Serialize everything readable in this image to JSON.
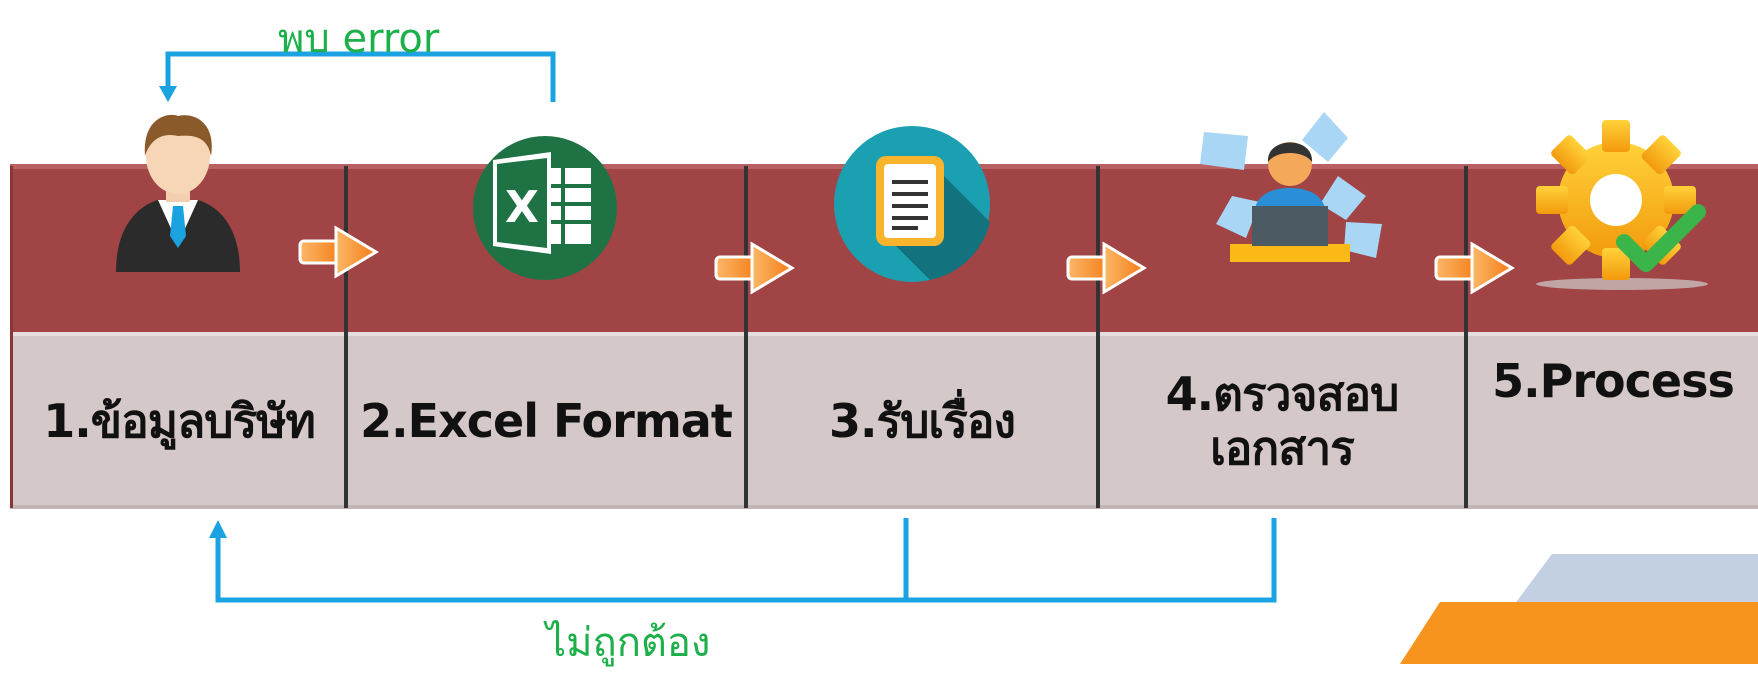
{
  "steps": [
    {
      "number": "1.",
      "label_lines": [
        "1.ข้อมูลบริษัท"
      ],
      "icon": "businessman-icon"
    },
    {
      "number": "2.",
      "label_lines": [
        "2.Excel Format"
      ],
      "icon": "excel-icon"
    },
    {
      "number": "3.",
      "label_lines": [
        "3.รับเรื่อง"
      ],
      "icon": "document-icon"
    },
    {
      "number": "4.",
      "label_lines": [
        "4.ตรวจสอบ",
        "เอกสาร"
      ],
      "icon": "reviewer-at-desk-icon"
    },
    {
      "number": "5.",
      "label_lines": [
        "5.Process"
      ],
      "icon": "gear-check-icon"
    }
  ],
  "annotations": {
    "top_feedback": "พบ error",
    "bottom_feedback": "ไม่ถูกต้อง"
  },
  "colors": {
    "band": "#a04445",
    "label_bg": "#d4c8c8",
    "connector": "#1aa3e0",
    "annotation_text": "#1db04a",
    "arrow": "#f7941d",
    "accent_orange": "#f7941d",
    "accent_blue": "#c3d0e2"
  }
}
